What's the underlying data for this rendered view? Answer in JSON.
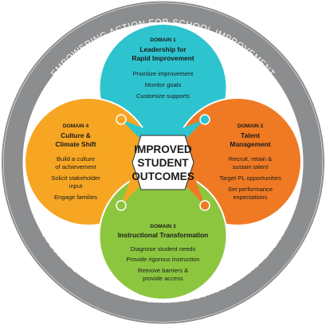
{
  "ring": {
    "top_text": "EMPOWERING ACTION FOR SCHOOL IMPROVEMENT",
    "bottom_text": "COLORADO FRAMEWORK FOR RAPID SCHOOL IMPROVEMENT",
    "color": "#8b8d8f"
  },
  "center": {
    "lines": [
      "IMPROVED",
      "STUDENT",
      "OUTCOMES"
    ]
  },
  "domains": [
    {
      "key": "d1",
      "label": "DOMAIN 1",
      "title": [
        "Leadership for",
        "Rapid Improvement"
      ],
      "items": [
        "Prioritize improvement",
        "Monitor goals",
        "Customize supports"
      ],
      "color": "#2ec4cf"
    },
    {
      "key": "d2",
      "label": "DOMAIN 2",
      "title": [
        "Talent",
        "Management"
      ],
      "items": [
        "Recruit, retain &",
        "sustain talent",
        "Target PL opportunities",
        "Set performance",
        "expectations"
      ],
      "color": "#ef7a23"
    },
    {
      "key": "d3",
      "label": "DOMAIN 3",
      "title": [
        "Instructional Transformation"
      ],
      "items": [
        "Diagnose student needs",
        "Provide rigorous instruction",
        "Remove barriers &",
        "provide access"
      ],
      "color": "#8cc63f"
    },
    {
      "key": "d4",
      "label": "DOMAIN 4",
      "title": [
        "Culture &",
        "Climate Shift"
      ],
      "items": [
        "Build a culture",
        "of  achievement",
        "Solicit stakeholder",
        "input",
        "Engage families"
      ],
      "color": "#f6a623"
    }
  ]
}
